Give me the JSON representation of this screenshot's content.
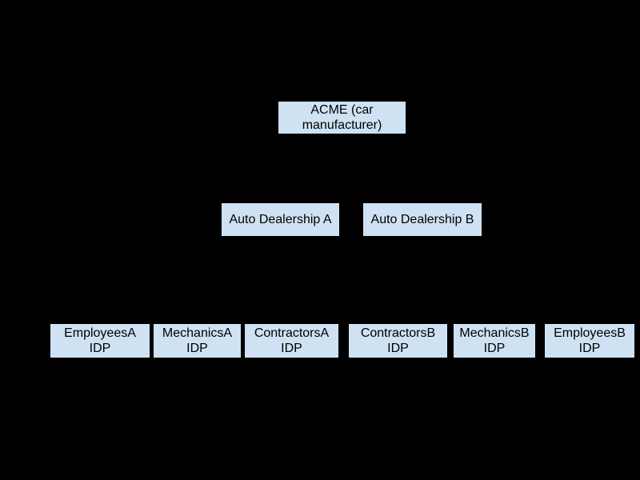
{
  "canvas": {
    "background": "#000000"
  },
  "diagram": {
    "node_fill": "#cfe2f3",
    "node_text_color": "#000000",
    "levels": {
      "root": "ACME (car manufacturer)",
      "middle": [
        "Auto Dealership A",
        "Auto Dealership B"
      ],
      "leaves": [
        "EmployeesA IDP",
        "MechanicsA IDP",
        "ContractorsA IDP",
        "ContractorsB IDP",
        "MechanicsB IDP",
        "EmployeesB IDP"
      ]
    },
    "nodes": [
      {
        "id": "acme",
        "label": "ACME (car\nmanufacturer)"
      },
      {
        "id": "dealer-a",
        "label": "Auto Dealership A"
      },
      {
        "id": "dealer-b",
        "label": "Auto Dealership B"
      },
      {
        "id": "employees-a",
        "label": "EmployeesA\nIDP"
      },
      {
        "id": "mechanics-a",
        "label": "MechanicsA\nIDP"
      },
      {
        "id": "contractors-a",
        "label": "ContractorsA\nIDP"
      },
      {
        "id": "contractors-b",
        "label": "ContractorsB\nIDP"
      },
      {
        "id": "mechanics-b",
        "label": "MechanicsB\nIDP"
      },
      {
        "id": "employees-b",
        "label": "EmployeesB\nIDP"
      }
    ]
  }
}
